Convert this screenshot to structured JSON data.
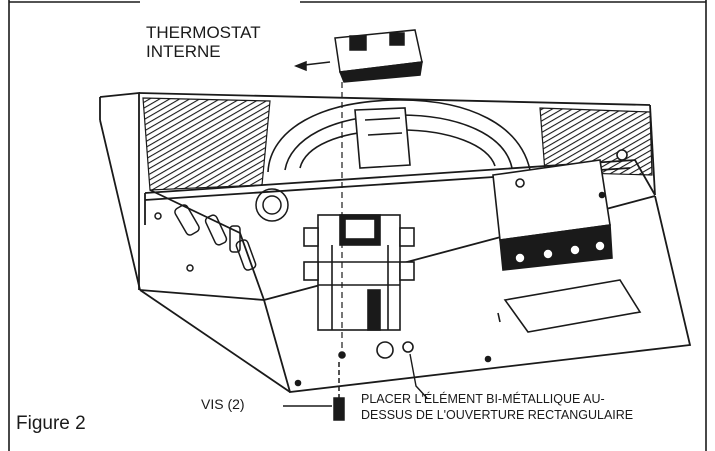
{
  "labels": {
    "thermostat_line1": "THERMOSTAT",
    "thermostat_line2": "INTERNE",
    "screws": "VIS (2)",
    "placement_line1": "PLACER L'ÉLÉMENT BI-MÉTALLIQUE AU-",
    "placement_line2": "DESSUS DE L'OUVERTURE RECTANGULAIRE",
    "figure_caption": "Figure 2"
  },
  "colors": {
    "ink": "#1a1a1a",
    "paper": "#ffffff"
  }
}
